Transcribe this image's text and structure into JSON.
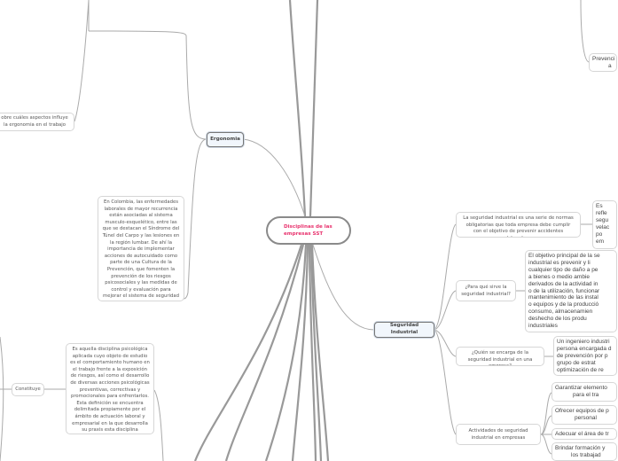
{
  "central": {
    "title": "Disciplinas de las empresas SST",
    "title_color": "#e8336e"
  },
  "ergonomia": {
    "label": "Ergonomia",
    "children": [
      "obre cuáles aspectos influye la ergonomia en el trabajo",
      "En Colombia, las enfermedades laborales de mayor recurrencia están asociadas al sistema musculo-esquelético, entre las que se destacan el Síndrome del Túnel del Carpo y las lesiones en la región lumbar. De ahí la importancia de implementar acciones de autocuidado como parte de una Cultura de la Prevención, que fomenten la prevención de los riesgos psicosociales y las medidas de control y evaluación para mejorar el sistema de seguridad laboral."
    ]
  },
  "psicologia": {
    "constituye": "Constituye",
    "definition": "Es aquella disciplina psicológica aplicada cuyo objeto de estudio es el comportamiento humano en el trabajo frente a la exposición de riesgos, así como el desarrollo de diversas acciones psicológicas preventivas, correctivas y promocionales para enfrentarlos. Esta definición se encuentra delimitada propiamente por el ámbito de actuación laboral y empresarial en la que desarrolla su praxis esta disciplina psicológica."
  },
  "top_right": {
    "partial": [
      "Prevenci",
      "a"
    ]
  },
  "seguridad": {
    "label": "Seguridad Industrial",
    "branches": [
      {
        "q": "La seguridad industrial es una serie de normas obligatorias que toda empresa debe cumplir con el objetivo de prevenir accidentes laborales.",
        "a": [
          "Es",
          "refle",
          "segu",
          "velac",
          "po",
          "em"
        ]
      },
      {
        "q": "¿Para qué sirve la seguridad industrial?",
        "a": [
          "El objetivo principal de la se",
          "industrial es prevenir y li",
          "cualquier tipo de daño a pe",
          "a bienes o medio ambie",
          "derivados de la actividad in",
          "o de la utilización, funcionar",
          "mantenimiento de las instal",
          "o equipos y de la producció",
          "consumo, almacenamien",
          "deshecho de los produ",
          "industriales"
        ]
      },
      {
        "q": "¿Quién se encarga de la seguridad industrial en una empresa?",
        "a": [
          "Un ingeniero industri",
          "persona encargada d",
          "de prevención por p",
          "grupo de estrat",
          "optimización de re"
        ]
      },
      {
        "q": "Actividades de seguridad industrial en empresas",
        "items": [
          [
            "Garantizar elemento",
            "para el tra"
          ],
          [
            "Ofrecer equipos de p",
            "personal"
          ],
          [
            "Adecuar el área de tr"
          ],
          [
            "Brindar formación y",
            "los trabajad"
          ]
        ]
      }
    ]
  }
}
